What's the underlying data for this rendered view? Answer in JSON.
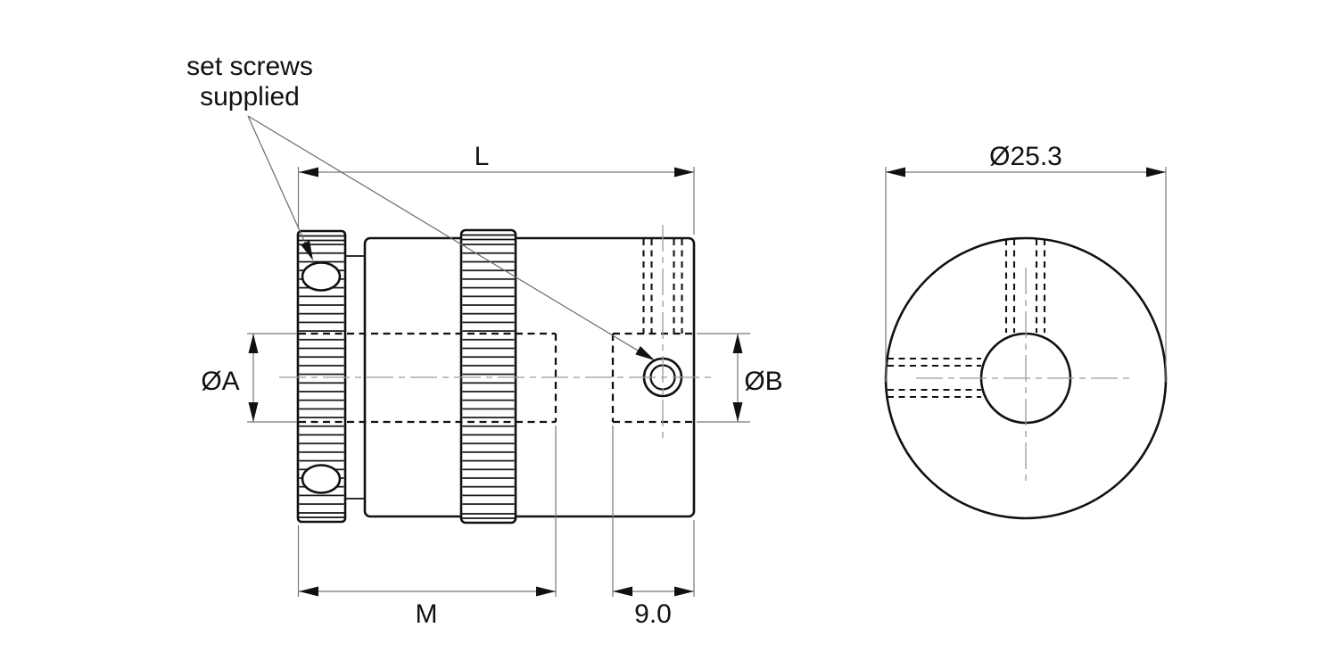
{
  "drawing": {
    "callout": {
      "line1": "set screws",
      "line2": "supplied"
    },
    "dims": {
      "overall_length": "L",
      "hub_depth": "M",
      "right_bore_depth": "9.0",
      "bore_a": "ØA",
      "bore_b": "ØB",
      "outer_diameter": "Ø25.3"
    },
    "colors": {
      "outline": "#111111",
      "dimension": "#787878",
      "centerline": "#9c9c9c",
      "background": "#ffffff",
      "text": "#111111"
    }
  }
}
